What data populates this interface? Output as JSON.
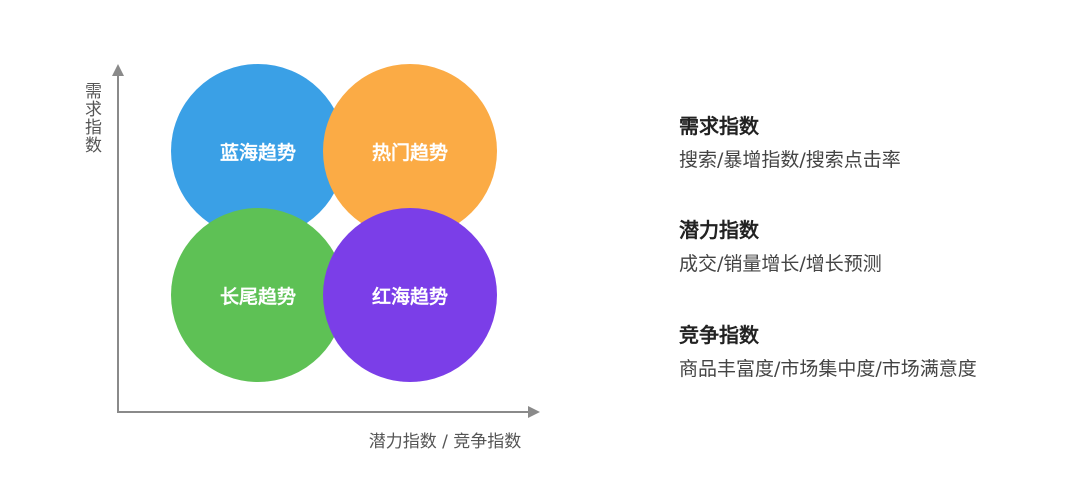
{
  "axes": {
    "y_label": "需求指数",
    "x_label": "潜力指数 / 竞争指数"
  },
  "quadrants": [
    {
      "label": "蓝海趋势",
      "color": "#3aa0e6"
    },
    {
      "label": "热门趋势",
      "color": "#fbab45"
    },
    {
      "label": "长尾趋势",
      "color": "#5ec155"
    },
    {
      "label": "红海趋势",
      "color": "#7b3ee8"
    }
  ],
  "descriptions": [
    {
      "title": "需求指数",
      "text": "搜索/暴增指数/搜索点击率"
    },
    {
      "title": "潜力指数",
      "text": "成交/销量增长/增长预测"
    },
    {
      "title": "竞争指数",
      "text": "商品丰富度/市场集中度/市场满意度"
    }
  ]
}
